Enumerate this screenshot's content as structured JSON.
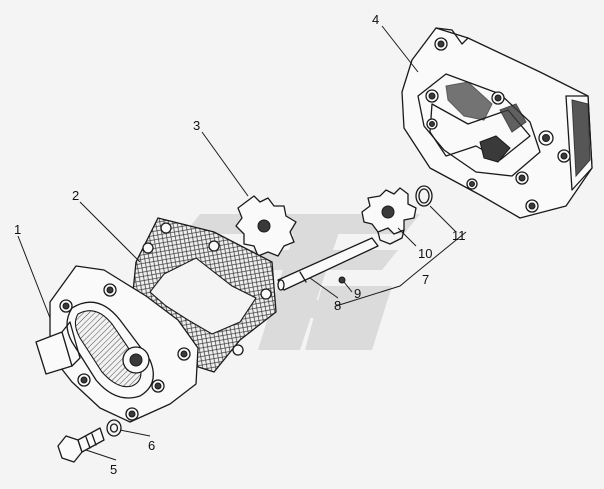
{
  "figure": {
    "parts": [
      {
        "number": "1",
        "name": "pump-cover"
      },
      {
        "number": "2",
        "name": "gasket"
      },
      {
        "number": "3",
        "name": "driven-gear"
      },
      {
        "number": "4",
        "name": "pump-housing"
      },
      {
        "number": "5",
        "name": "bolt"
      },
      {
        "number": "6",
        "name": "washer"
      },
      {
        "number": "7",
        "name": "axle-assembly"
      },
      {
        "number": "8",
        "name": "axle"
      },
      {
        "number": "9",
        "name": "pin"
      },
      {
        "number": "10",
        "name": "drive-gear"
      },
      {
        "number": "11",
        "name": "retaining-ring"
      }
    ]
  },
  "colors": {
    "background": "#f4f4f4",
    "ink": "#1a1a1a",
    "watermark": "#c8c8c8"
  }
}
